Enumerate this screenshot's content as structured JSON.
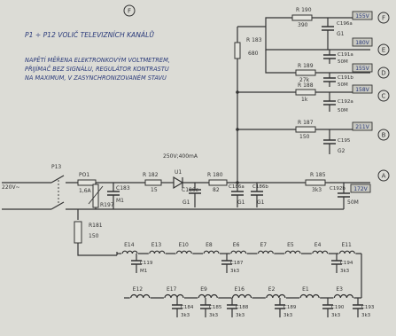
{
  "page_marker": "F",
  "title": "P1 ÷ P12  VOLIČ  TELEVIZNÍCH KANÁLŮ",
  "note_lines": [
    "NAPĚTÍ MĚŘENA ELEKTRONKOVÝM VOLTMETREM,",
    "PŘIJÍMAČ BEZ SIGNÁLU, REGULÁTOR KONTRASTU",
    "NA MAXIMUM, V ZASYNCHRONIZOVANÉM STAVU"
  ],
  "input_label": "220V~",
  "supply_label": "250V;400mA",
  "components": {
    "P13": "P13",
    "Po1": "PO1",
    "Po1_val": "1,6A",
    "R197": "R197",
    "C183": "C183",
    "C183_val": "M1",
    "R181": "R181",
    "R181_val": "150",
    "R182": "R 182",
    "R182_val": "15",
    "U1": "U1",
    "C186c": "C186c",
    "C186c_val": "G1",
    "R180": "R 180",
    "R180_val": "82",
    "C186a": "C186a",
    "C186a_val": "G1",
    "C186b": "C186b",
    "C186b_val": "G1",
    "R185": "R 185",
    "R185_val": "3k3",
    "C192b": "C192b",
    "C192b_val": "50M",
    "R183": "R 183",
    "R183_val": "680",
    "R190": "R 190",
    "R190_val": "390",
    "C196a": "C196a",
    "C196a_val": "G1",
    "R189": "R 189",
    "R189_val": "27k",
    "C191a": "C191a",
    "C191a_val": "50M",
    "C191b": "C191b",
    "C191b_val": "50M",
    "R188": "R 188",
    "R188_val": "1k",
    "C192a": "C192a",
    "C192a_val": "50M",
    "R187": "R 187",
    "R187_val": "150",
    "C195": "C195",
    "C195_val": "G2"
  },
  "outputs": [
    {
      "id": "F",
      "voltage": "155V"
    },
    {
      "id": "E",
      "voltage": "180V"
    },
    {
      "id": "D",
      "voltage": "155V"
    },
    {
      "id": "C",
      "voltage": "158V"
    },
    {
      "id": "B",
      "voltage": "211V"
    },
    {
      "id": "A",
      "voltage": "172V"
    }
  ],
  "filament_row1": {
    "coils": [
      "E14",
      "E13",
      "E10",
      "E8",
      "E6",
      "E7",
      "E5",
      "E4",
      "E11"
    ],
    "caps": [
      {
        "name": "C119",
        "value": "M1"
      },
      {
        "name": "C187",
        "value": "3k3"
      },
      {
        "name": "C194",
        "value": "3k3"
      }
    ]
  },
  "filament_row2": {
    "coils": [
      "E12",
      "E17",
      "E9",
      "E16",
      "E2",
      "E1",
      "E3"
    ],
    "caps": [
      {
        "name": "C184",
        "value": "3k3"
      },
      {
        "name": "C185",
        "value": "3k3"
      },
      {
        "name": "C188",
        "value": "3k3"
      },
      {
        "name": "C189",
        "value": "3k3"
      },
      {
        "name": "C190",
        "value": "3k3"
      },
      {
        "name": "C193",
        "value": "3k3"
      }
    ]
  }
}
